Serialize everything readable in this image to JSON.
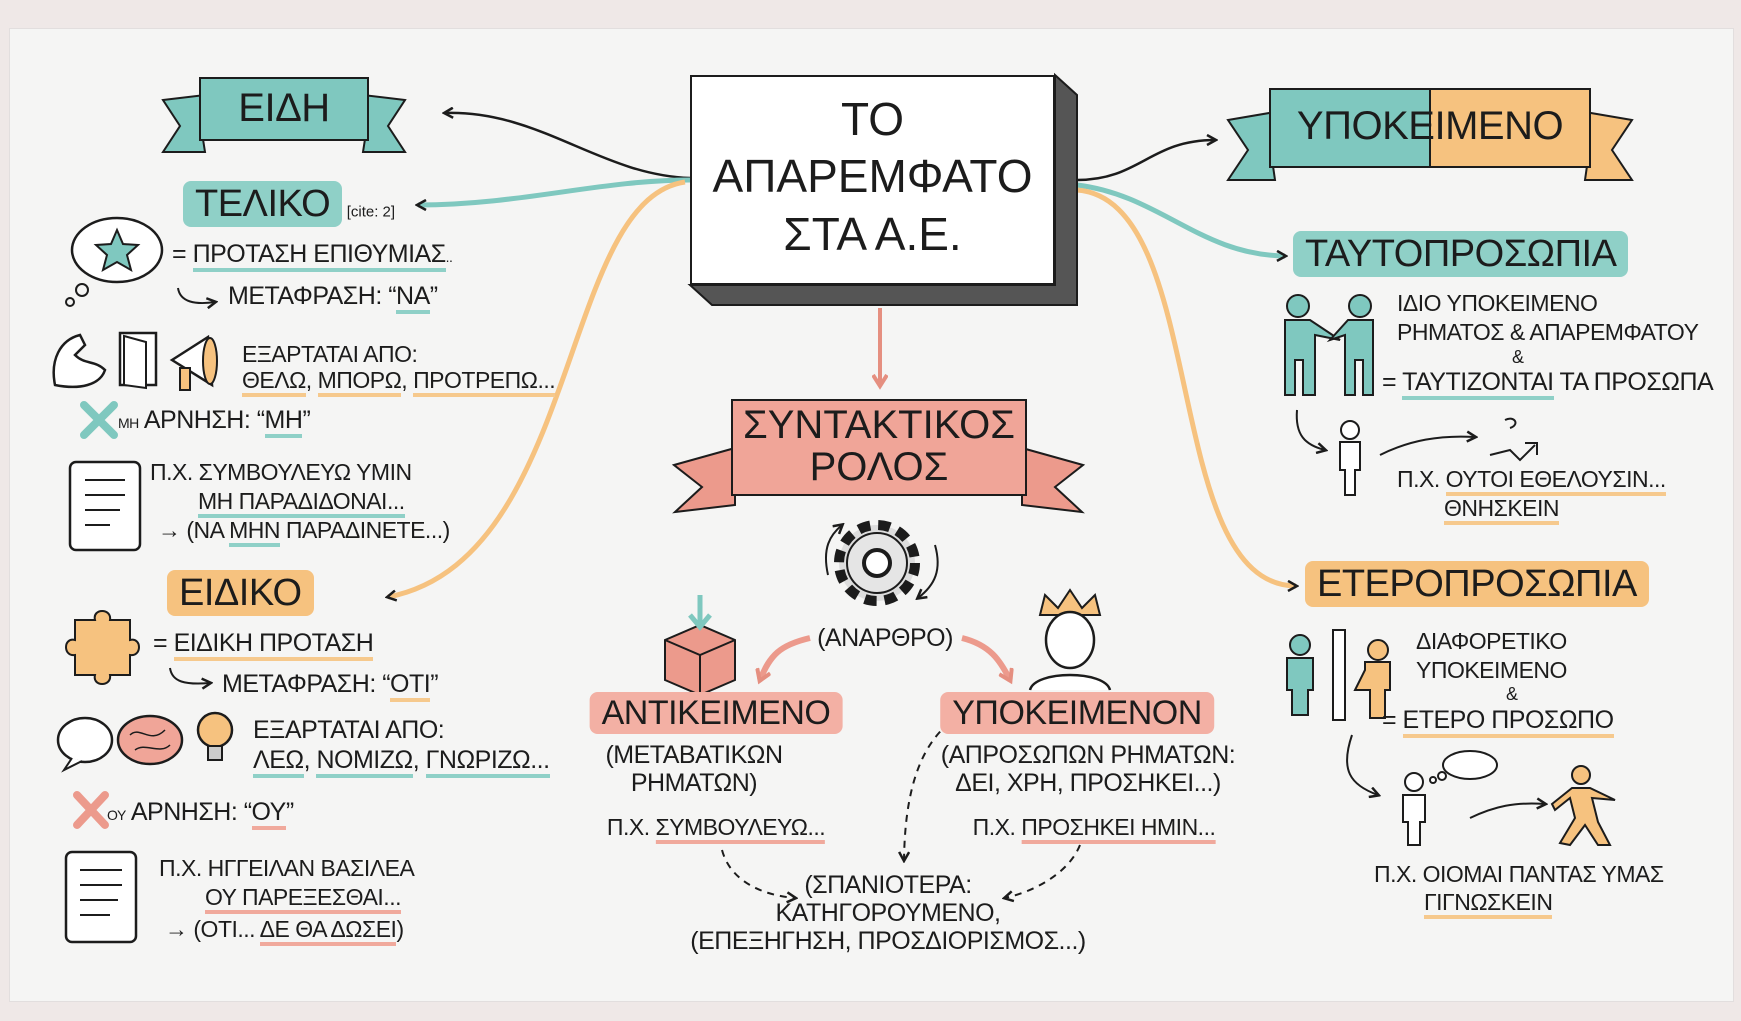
{
  "colors": {
    "teal": "#7fc8bf",
    "orange": "#f6c27f",
    "salmon": "#ec9a8c",
    "ink": "#1c1c1c"
  },
  "center": {
    "line1": "ΤΟ",
    "line2": "ΑΠΑΡΕΜΦΑΤΟ",
    "line3": "ΣΤΑ Α.Ε."
  },
  "left": {
    "banner": "ΕΙΔΗ",
    "teliko": {
      "title": "ΤΕΛΙΚΟ",
      "cite": "[cite: 2]",
      "def_eq": "=",
      "def": "ΠΡΟΤΑΣΗ ΕΠΙΘΥΜΙΑΣ",
      "def_tail": "..",
      "trans_label": "ΜΕΤΑΦΡΑΣΗ: “",
      "trans_value": "ΝΑ",
      "trans_close": "”",
      "depends_label": "ΕΞΑΡΤΑΤΑΙ ΑΠΟ:",
      "depends": [
        "ΘΕΛΩ",
        "ΜΠΟΡΩ",
        "ΠΡΟΤΡΕΠΩ..."
      ],
      "neg_small": "ΜΗ",
      "neg_label": "ΑΡΝΗΣΗ: “",
      "neg_value": "ΜΗ",
      "neg_close": "”",
      "ex_line1": "Π.Χ. ΣΥΜΒΟΥΛΕΥΩ ΥΜΙΝ",
      "ex_line2": "ΜΗ ΠΑΡΑΔΙΔΟΝΑΙ...",
      "ex_line3_a": "→ (ΝΑ ",
      "ex_line3_b": "ΜΗΝ",
      "ex_line3_c": " ΠΑΡΑΔΙΝΕΤΕ...)"
    },
    "eidiko": {
      "title": "ΕΙΔΙΚΟ",
      "def_eq": "=",
      "def": "ΕΙΔΙΚΗ ΠΡΟΤΑΣΗ",
      "trans_label": "ΜΕΤΑΦΡΑΣΗ: “",
      "trans_value": "ΟΤΙ",
      "trans_close": "”",
      "depends_label": "ΕΞΑΡΤΑΤΑΙ ΑΠΟ:",
      "depends": [
        "ΛΕΩ",
        "ΝΟΜΙΖΩ",
        "ΓΝΩΡΙΖΩ..."
      ],
      "neg_small": "ΟΥ",
      "neg_label": "ΑΡΝΗΣΗ: “",
      "neg_value": "ΟΥ",
      "neg_close": "”",
      "ex_line1": "Π.Χ. ΗΓΓΕΙΛΑΝ ΒΑΣΙΛΕΑ",
      "ex_line2": "ΟΥ ΠΑΡΕΞΕΣΘΑΙ...",
      "ex_line3_a": "→ (ΟΤΙ... ",
      "ex_line3_b": "ΔΕ ΘΑ ΔΩΣΕΙ",
      "ex_line3_c": ")"
    }
  },
  "middle": {
    "banner_line1": "ΣΥΝΤΑΚΤΙΚΟΣ",
    "banner_line2": "ΡΟΛΟΣ",
    "anarthro": "(ΑΝΑΡΘΡΟ)",
    "object": {
      "title": "ΑΝΤΙΚΕΙΜΕΝΟ",
      "line1": "(ΜΕΤΑΒΑΤΙΚΩΝ",
      "line2": "ΡΗΜΑΤΩΝ)",
      "ex_prefix": "Π.Χ. ",
      "ex": "ΣΥΜΒΟΥΛΕΥΩ..."
    },
    "subject": {
      "title": "ΥΠΟΚΕΙΜΕΝΟΝ",
      "line1": "(ΑΠΡΟΣΩΠΩΝ ΡΗΜΑΤΩΝ:",
      "line2": "ΔΕΙ, ΧΡΗ, ΠΡΟΣΗΚΕΙ...)",
      "ex_prefix": "Π.Χ. ",
      "ex": "ΠΡΟΣΗΚΕΙ ΗΜΙΝ..."
    },
    "rare": {
      "line1": "(ΣΠΑΝΙΟΤΕΡΑ:",
      "line2": "ΚΑΤΗΓΟΡΟΥΜΕΝΟ,",
      "line3": "(ΕΠΕΞΗΓΗΣΗ, ΠΡΟΣΔΙΟΡΙΣΜΟΣ...)"
    }
  },
  "right": {
    "banner": "ΥΠΟΚΕΙΜΕΝΟ",
    "same": {
      "title": "ΤΑΥΤΟΠΡΟΣΩΠΙΑ",
      "line1": "ΙΔΙΟ ΥΠΟΚΕΙΜΕΝΟ",
      "line2": "ΡΗΜΑΤΟΣ & ΑΠΑΡΕΜΦΑΤΟΥ",
      "amp": "&",
      "line3_eq": "= ",
      "line3_a": "ΤΑΥΤΙΖΟΝΤΑΙ",
      "line3_b": " ΤΑ ΠΡΟΣΩΠΑ",
      "ex_prefix": "Π.Χ. ",
      "ex1": "ΟΥΤΟΙ ΕΘΕΛΟΥΣΙΝ...",
      "ex2": "ΘΝΗΣΚΕΙΝ"
    },
    "diff": {
      "title": "ΕΤΕΡΟΠΡΟΣΩΠΙΑ",
      "line1": "ΔΙΑΦΟΡΕΤΙΚΟ",
      "line2": "ΥΠΟΚΕΙΜΕΝΟ",
      "amp": "&",
      "line3_eq": "= ",
      "line3_a": "ΕΤΕΡΟ ΠΡΟΣΩΠΟ",
      "ex1": "Π.Χ. ΟΙΟΜΑΙ ΠΑΝΤΑΣ ΥΜΑΣ",
      "ex2": "ΓΙΓΝΩΣΚΕΙΝ"
    }
  }
}
